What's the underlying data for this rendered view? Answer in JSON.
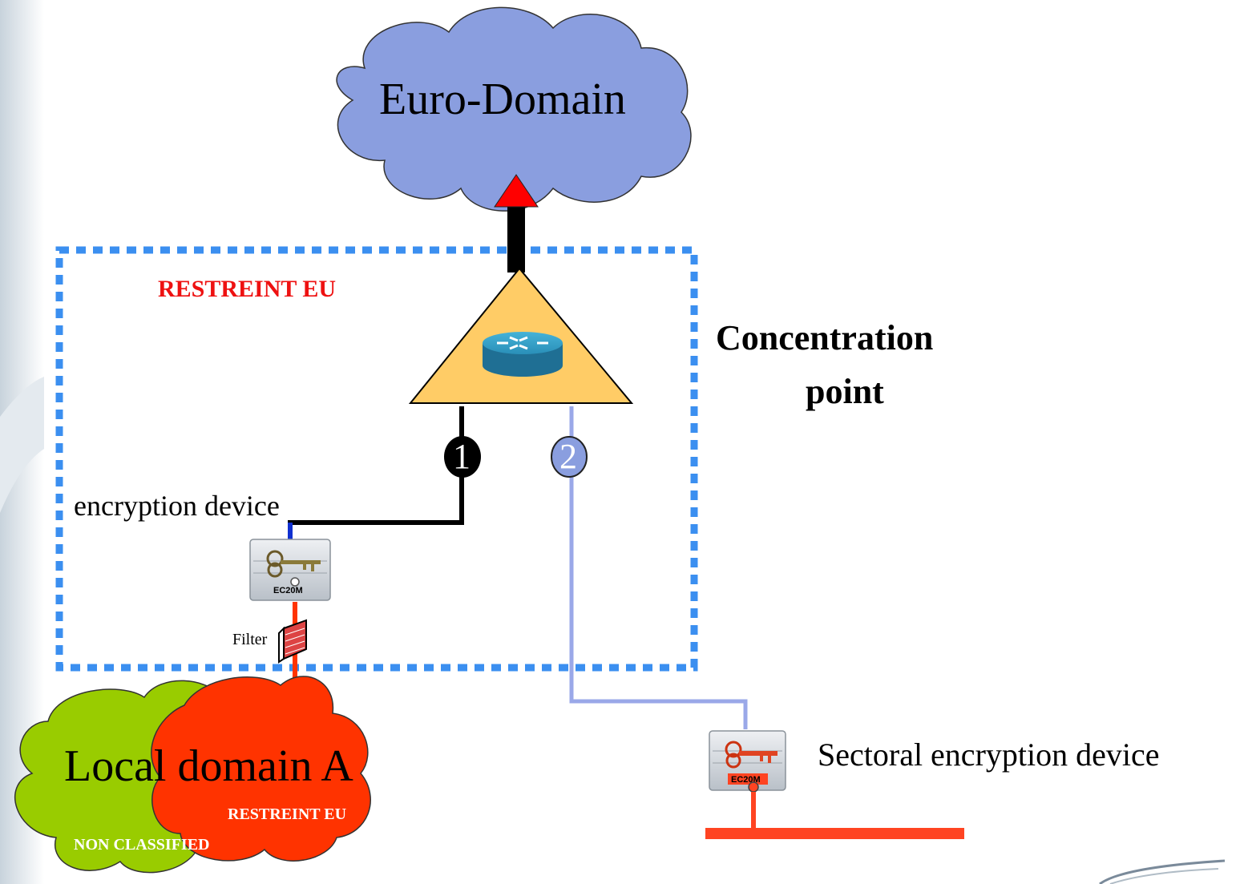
{
  "diagram": {
    "euro_domain": {
      "label": "Euro-Domain"
    },
    "restreint_zone": {
      "label": "RESTREINT EU"
    },
    "concentration_point": {
      "line1": "Concentration",
      "line2": "point"
    },
    "encryption_device": {
      "label": "encryption device",
      "model": "EC20M"
    },
    "filter": {
      "label": "Filter"
    },
    "local_domain": {
      "label": "Local domain A",
      "sub_restreint": "RESTREINT EU",
      "sub_nonclassified": "NON CLASSIFIED"
    },
    "links": [
      {
        "number": "1"
      },
      {
        "number": "2"
      }
    ],
    "sectoral_device": {
      "label": "Sectoral encryption device",
      "model": "EC20M"
    }
  },
  "colors": {
    "cloud_blue": "#8a9edf",
    "restreint_red": "#ee1111",
    "zone_dash_blue": "#3b8ff0",
    "triangle_fill": "#ffcc66",
    "router_blue": "#2a8fb8",
    "link2_blue": "#9aa8e8",
    "arrow_red": "#ff0000",
    "local_green": "#99cc00",
    "local_red": "#ff3300",
    "lan_orange": "#ff4422"
  },
  "icons": {
    "router": "router-icon",
    "encryption": "key-icon",
    "filter": "firewall-icon"
  }
}
